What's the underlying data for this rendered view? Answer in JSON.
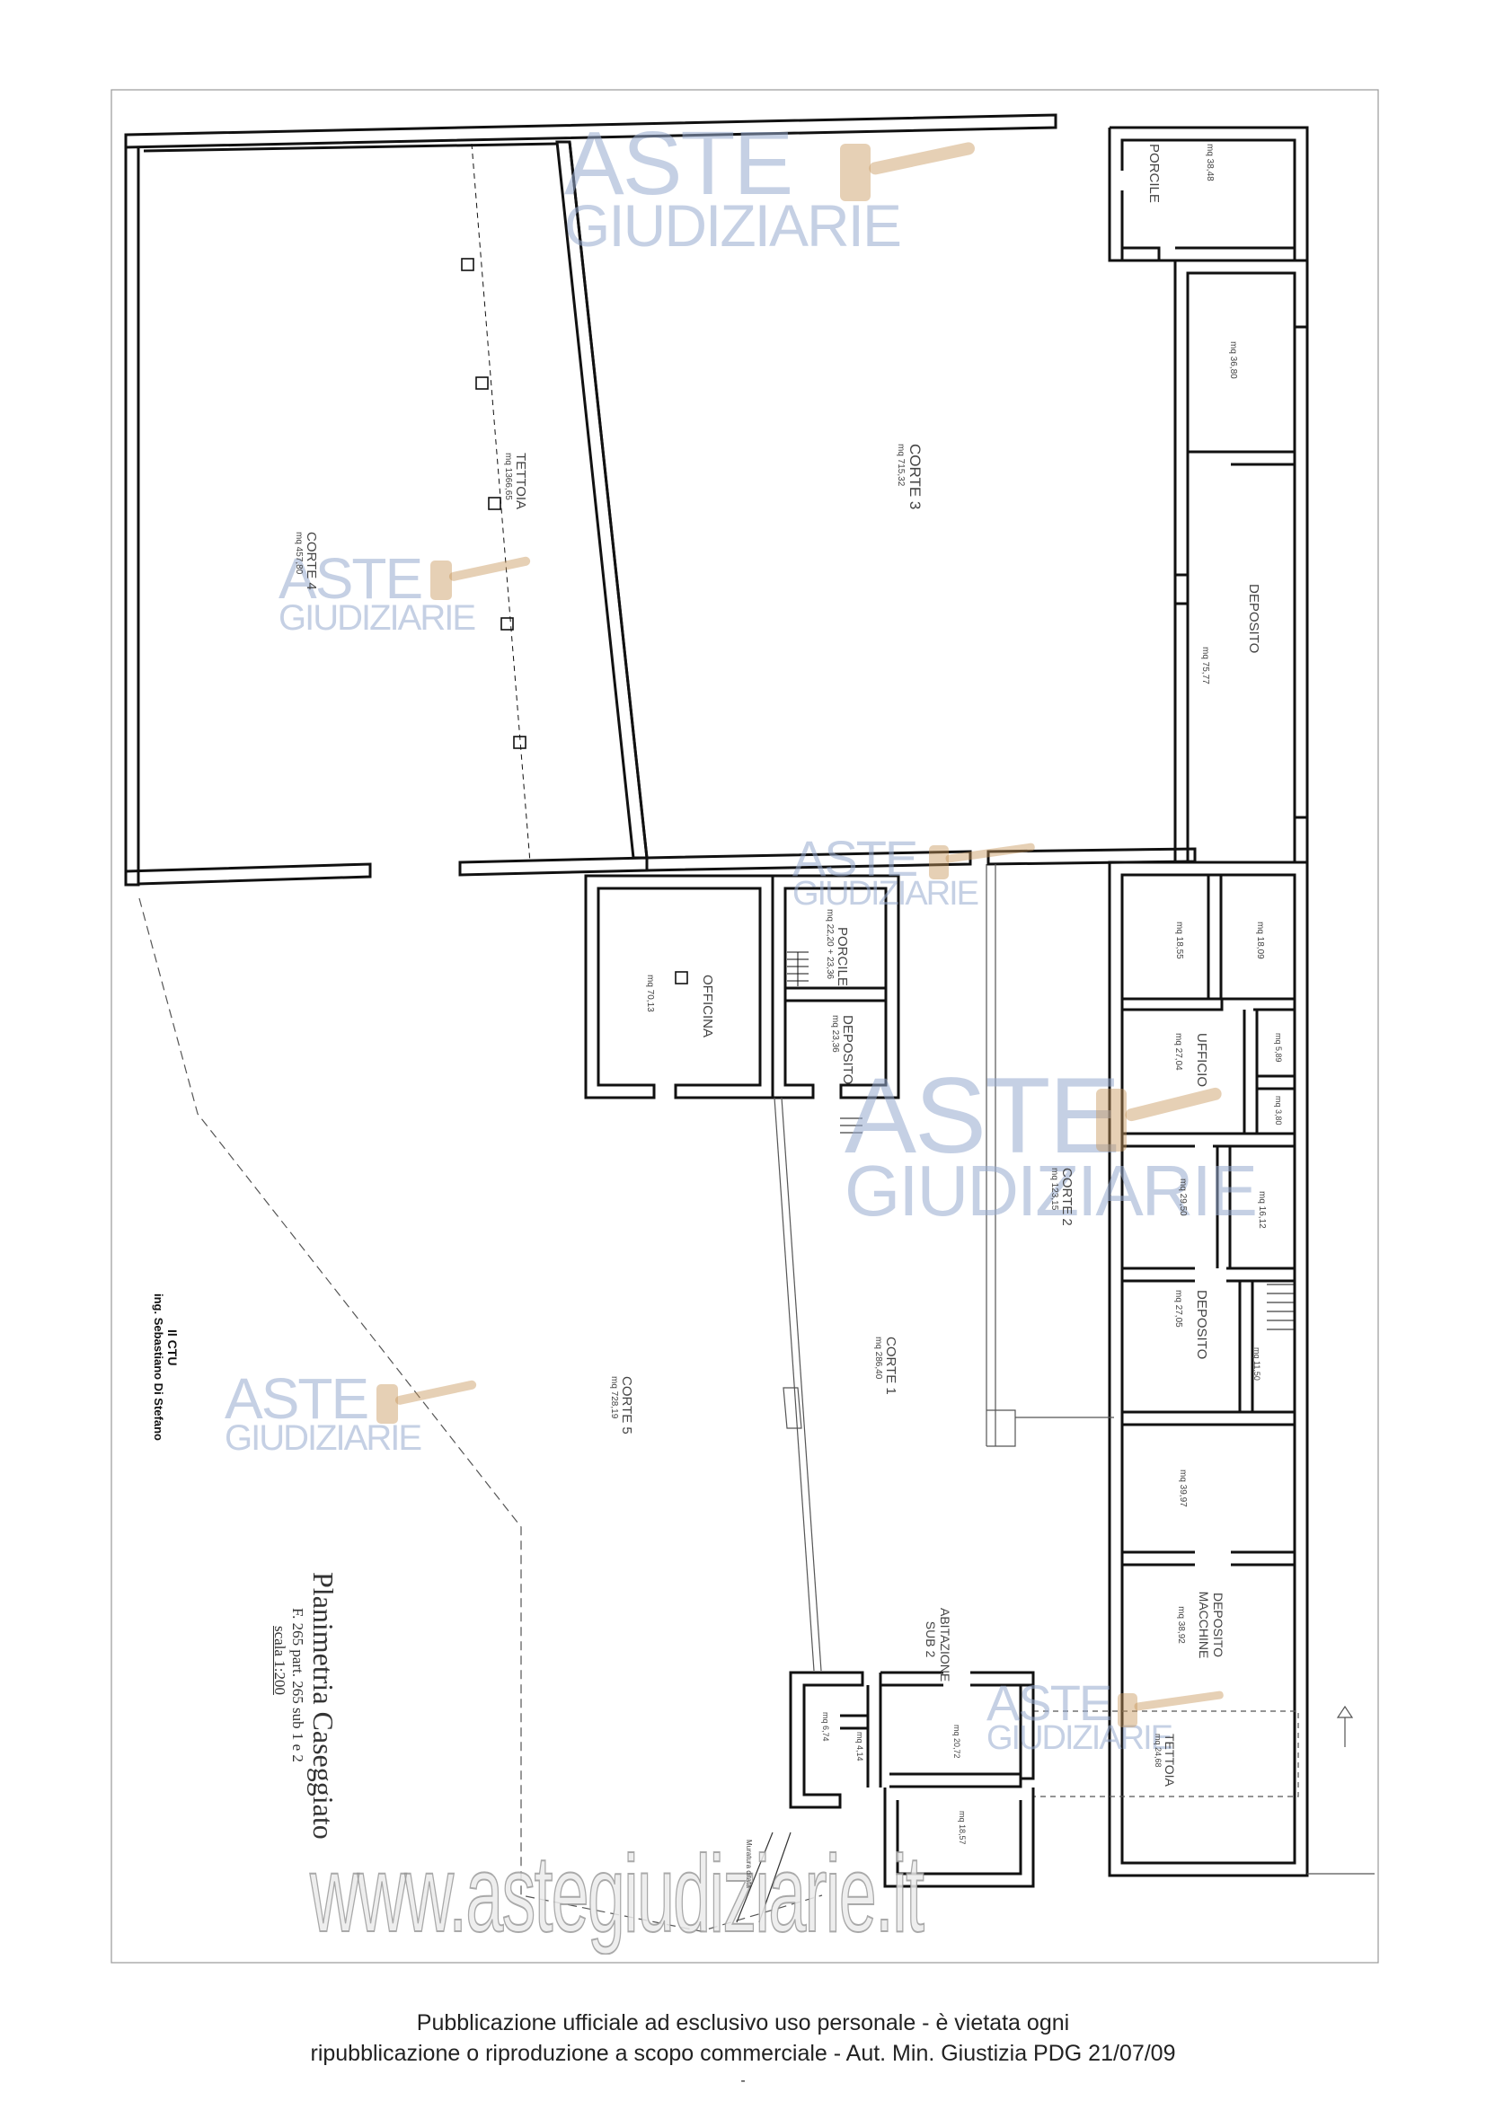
{
  "page": {
    "footer_line1": "Pubblicazione ufficiale ad esclusivo uso personale - è vietata ogni",
    "footer_line2": "ripubblicazione o riproduzione a scopo commerciale - Aut. Min. Giustizia PDG 21/07/09",
    "footer_mark": "-"
  },
  "watermark": {
    "brand_line1": "ASTE",
    "brand_line2": "GIUDIZIARIE",
    "site": "www.astegiudiziarie.it",
    "icon": "gavel-icon"
  },
  "title_block": {
    "title": "Planimetria Caseggiato",
    "reference": "F. 265 part. 265 sub 1 e 2",
    "scale": "scala 1:200"
  },
  "signature": {
    "role": "Il CTU",
    "name": "ing. Sebastiano Di Stefano"
  },
  "rooms": {
    "tettoia_big": {
      "name": "TETTOIA",
      "area": "mq 1366,65"
    },
    "corte_4": {
      "name": "CORTE 4",
      "area": "mq 457,80"
    },
    "corte_3": {
      "name": "CORTE 3",
      "area": "mq 715,32"
    },
    "porcile_top": {
      "name": "PORCILE",
      "area": "mq 38,48"
    },
    "deposito_upper": {
      "name": "",
      "area": "mq 36,80"
    },
    "deposito_right": {
      "name": "DEPOSITO",
      "area": "mq 75,77"
    },
    "officina": {
      "name": "OFFICINA",
      "area": "mq 70,13"
    },
    "porcile_small": {
      "name": "PORCILE",
      "area": "mq 22,20 + 23,36"
    },
    "deposito_small": {
      "name": "DEPOSITO",
      "area": "mq 23,36"
    },
    "room_a": {
      "name": "",
      "area": "mq 18,55"
    },
    "room_b": {
      "name": "",
      "area": "mq 18,09"
    },
    "ufficio": {
      "name": "UFFICIO",
      "area": "mq 27,04"
    },
    "room_c": {
      "name": "",
      "area": "mq 5,89"
    },
    "room_d": {
      "name": "",
      "area": "mq 3,80"
    },
    "room_e": {
      "name": "",
      "area": "mq 29,50"
    },
    "room_f": {
      "name": "",
      "area": "mq 16,12"
    },
    "corte_2": {
      "name": "CORTE 2",
      "area": "mq 123,15"
    },
    "deposito_mid": {
      "name": "DEPOSITO",
      "area": "mq 27,05"
    },
    "room_g": {
      "name": "",
      "area": "mq 11,50"
    },
    "corte_1": {
      "name": "CORTE 1",
      "area": "mq 286,40"
    },
    "corte_5": {
      "name": "CORTE 5",
      "area": "mq 728,19"
    },
    "room_h": {
      "name": "",
      "area": "mq 39,97"
    },
    "deposito_macchine": {
      "name": "DEPOSITO MACCHINE",
      "area": "mq 38,92"
    },
    "abitazione": {
      "name": "ABITAZIONE SUB 2",
      "area": ""
    },
    "tettoia_small": {
      "name": "TETTOIA",
      "area": "mq 24,68"
    },
    "abit_1": {
      "name": "",
      "area": "mq 6,74"
    },
    "abit_2": {
      "name": "",
      "area": "mq 4,14"
    },
    "abit_3": {
      "name": "",
      "area": "mq 20,72"
    },
    "abit_4": {
      "name": "",
      "area": "mq 18,57"
    },
    "note_small": {
      "name": "",
      "area": "Muratura ditata"
    }
  }
}
